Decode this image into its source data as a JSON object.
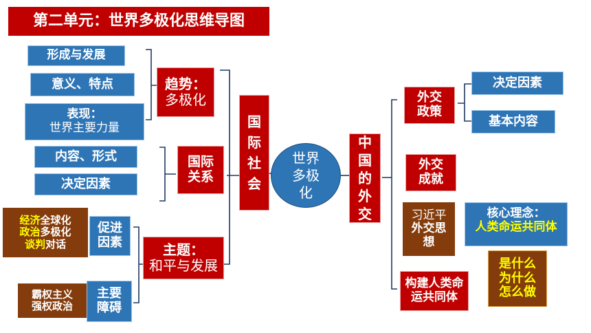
{
  "title": "第二单元：世界多极化思维导图",
  "colors": {
    "red": "#c00000",
    "blue": "#2e75b6",
    "brown": "#843c0c",
    "highlight": "#ffff00",
    "center": "#2e75b6"
  },
  "center": "世界多极化",
  "left": {
    "trend": {
      "label_line1": "趋势：",
      "label_line2": "多极化",
      "items": [
        "形成与发展",
        "意义、特点",
        "表现：",
        "世界主要力量"
      ]
    },
    "relations": {
      "label": "国际关系",
      "items": [
        "内容、形式",
        "决定因素"
      ]
    },
    "theme": {
      "label_line1": "主题：",
      "label_line2": "和平与发展",
      "promote": "促进因素",
      "obstacle": "主要障碍",
      "promote_detail": [
        [
          "经济",
          "全球化"
        ],
        [
          "政治",
          "多极化"
        ],
        [
          "谈判",
          "对话"
        ]
      ],
      "obstacle_detail": [
        "霸权主义",
        "强权政治"
      ]
    },
    "society": "国际社会"
  },
  "right": {
    "china": "中国的外交",
    "policy": {
      "label": "外交政策",
      "items": [
        "决定因素",
        "基本内容"
      ]
    },
    "achievements": "外交成就",
    "thought": {
      "line1": "习近平",
      "line2": "外交思想",
      "core_label": "核心理念：",
      "core_value": "人类命运共同体"
    },
    "community": {
      "label": "构建人类命运共同体",
      "questions": [
        "是什么",
        "为什么",
        "怎么做"
      ]
    }
  }
}
